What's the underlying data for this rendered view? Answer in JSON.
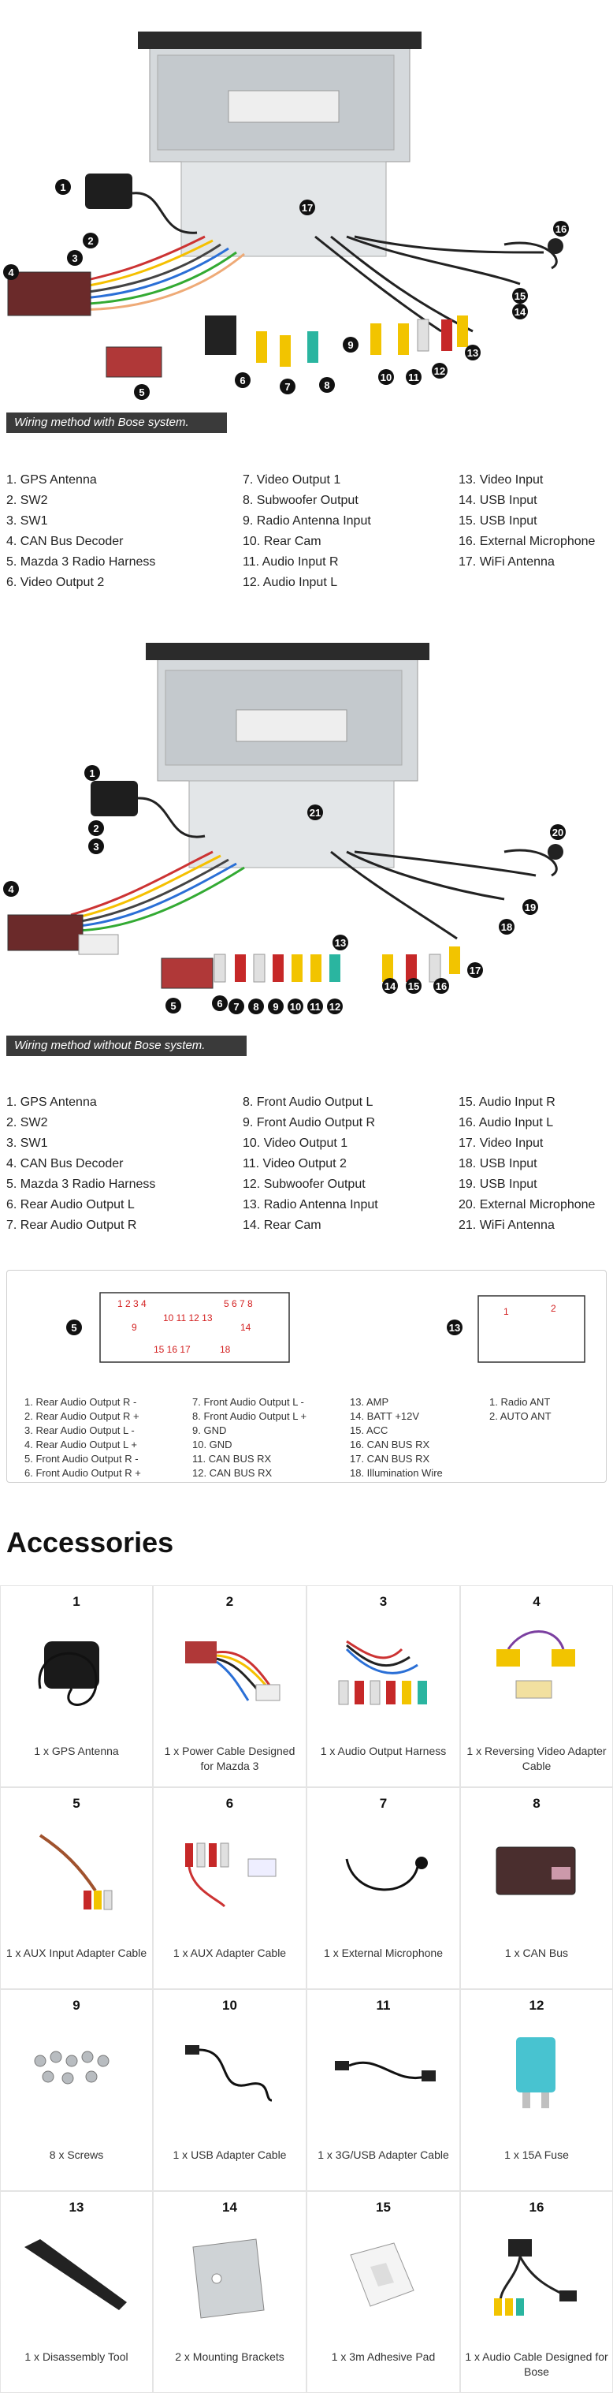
{
  "diagram1": {
    "caption": "Wiring method with Bose system.",
    "legend": [
      [
        "1. GPS Antenna",
        "2. SW2",
        "3. SW1",
        "4. CAN Bus Decoder",
        "5. Mazda 3 Radio Harness",
        "6. Video Output 2"
      ],
      [
        "7. Video Output 1",
        "8. Subwoofer Output",
        "9. Radio Antenna Input",
        "10. Rear Cam",
        "11. Audio Input R",
        "12. Audio Input L"
      ],
      [
        "13. Video Input",
        "14. USB Input",
        "15. USB Input",
        "16. External Microphone",
        "17. WiFi Antenna"
      ]
    ]
  },
  "diagram2": {
    "caption": "Wiring method without Bose system.",
    "legend": [
      [
        "1. GPS Antenna",
        "2. SW2",
        "3. SW1",
        "4. CAN Bus Decoder",
        "5. Mazda 3 Radio Harness",
        "6. Rear Audio Output L",
        "7. Rear Audio Output R"
      ],
      [
        "8. Front Audio Output L",
        "9. Front Audio Output R",
        "10. Video Output 1",
        "11. Video Output 2",
        "12. Subwoofer Output",
        "13. Radio Antenna Input",
        "14. Rear Cam"
      ],
      [
        "15. Audio Input R",
        "16. Audio Input L",
        "17. Video Input",
        "18. USB Input",
        "19. USB Input",
        "20. External Microphone",
        "21. WiFi Antenna"
      ]
    ]
  },
  "pinout": {
    "connector5_label": "5",
    "connector13_label": "13",
    "pins_left": [
      "1. Rear Audio Output R -",
      "2. Rear Audio Output R +",
      "3. Rear Audio Output L -",
      "4. Rear Audio Output L +",
      "5. Front Audio Output R -",
      "6. Front Audio Output R +"
    ],
    "pins_mid": [
      "7. Front Audio Output L -",
      "8. Front Audio Output L +",
      "9. GND",
      "10. GND",
      "11. CAN BUS RX",
      "12. CAN BUS RX"
    ],
    "pins_right": [
      "13. AMP",
      "14. BATT +12V",
      "15. ACC",
      "16. CAN BUS RX",
      "17. CAN BUS RX",
      "18. Illumination Wire"
    ],
    "antenna_pins": [
      "1. Radio  ANT",
      "2. AUTO ANT"
    ]
  },
  "accessories": {
    "title": "Accessories",
    "items": [
      {
        "num": "1",
        "label": "1 x GPS Antenna",
        "icon": "gps-antenna-icon"
      },
      {
        "num": "2",
        "label": "1 x Power Cable Designed for Mazda 3",
        "icon": "power-cable-icon"
      },
      {
        "num": "3",
        "label": "1 x Audio Output Harness",
        "icon": "audio-harness-icon"
      },
      {
        "num": "4",
        "label": "1 x Reversing Video Adapter Cable",
        "icon": "video-adapter-icon"
      },
      {
        "num": "5",
        "label": "1 x AUX Input Adapter Cable",
        "icon": "aux-input-icon"
      },
      {
        "num": "6",
        "label": "1 x AUX Adapter Cable",
        "icon": "aux-adapter-icon"
      },
      {
        "num": "7",
        "label": "1 x External Microphone",
        "icon": "microphone-icon"
      },
      {
        "num": "8",
        "label": "1 x CAN Bus",
        "icon": "canbus-icon"
      },
      {
        "num": "9",
        "label": "8 x Screws",
        "icon": "screws-icon"
      },
      {
        "num": "10",
        "label": "1 x USB Adapter Cable",
        "icon": "usb-cable-icon"
      },
      {
        "num": "11",
        "label": "1 x 3G/USB Adapter Cable",
        "icon": "3g-usb-cable-icon"
      },
      {
        "num": "12",
        "label": "1 x 15A Fuse",
        "icon": "fuse-icon"
      },
      {
        "num": "13",
        "label": "1 x Disassembly Tool",
        "icon": "pry-tool-icon"
      },
      {
        "num": "14",
        "label": "2 x Mounting Brackets",
        "icon": "bracket-icon"
      },
      {
        "num": "15",
        "label": "1 x 3m Adhesive Pad",
        "icon": "adhesive-pad-icon"
      },
      {
        "num": "16",
        "label": "1 x Audio Cable Designed for Bose",
        "icon": "bose-cable-icon"
      }
    ]
  }
}
